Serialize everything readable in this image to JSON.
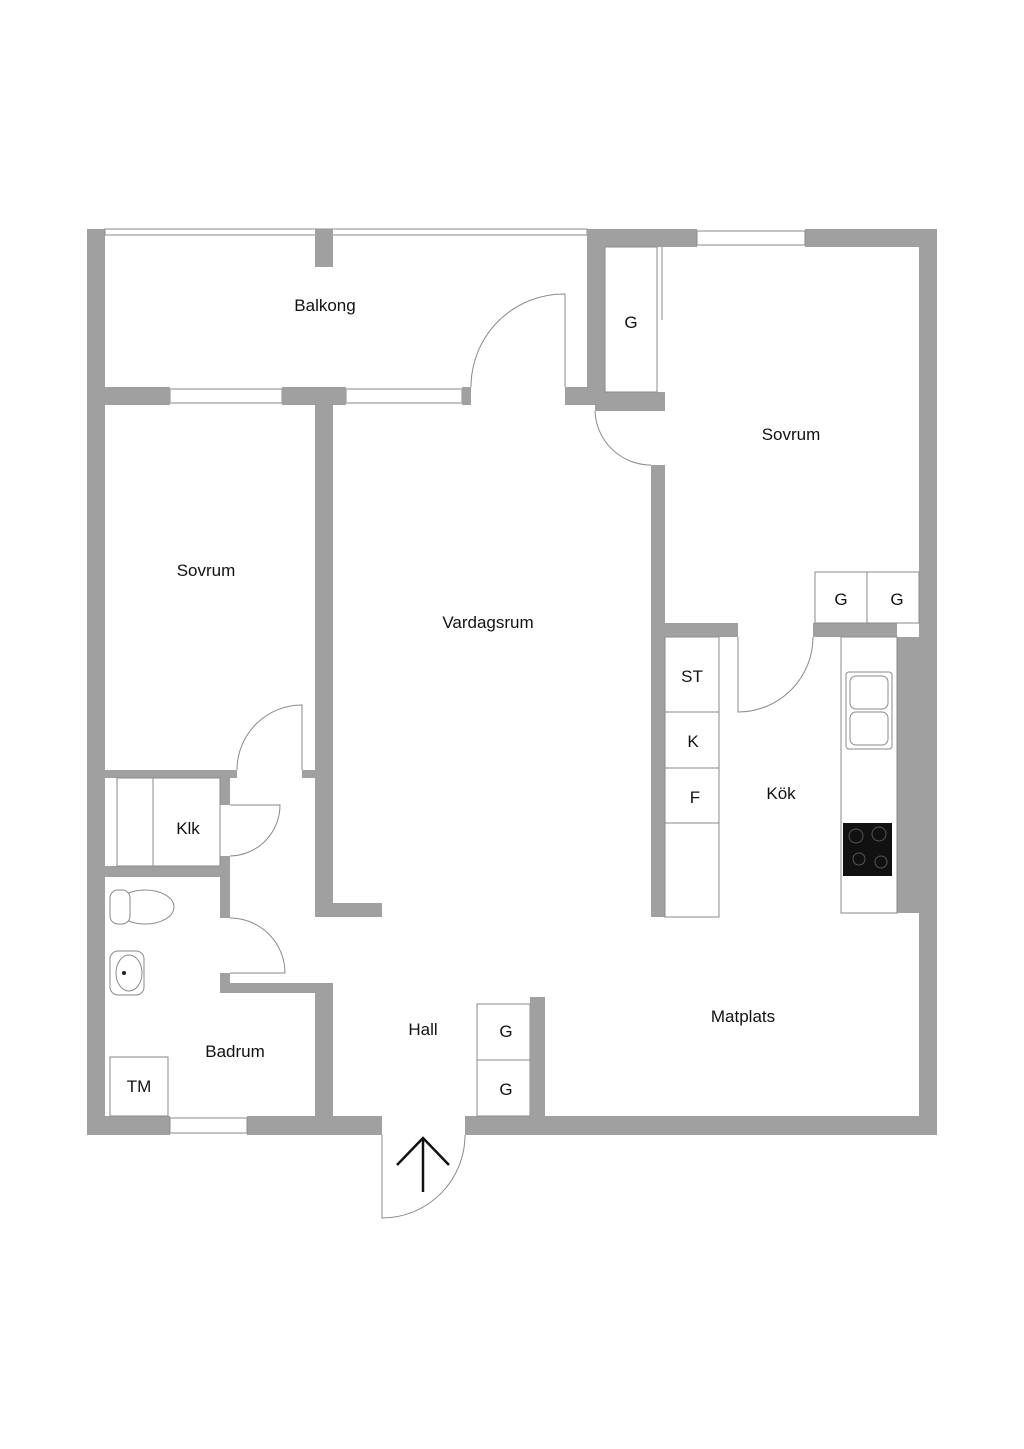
{
  "plan": {
    "rooms": {
      "balcony": "Balkong",
      "bedroom_left": "Sovrum",
      "bedroom_right": "Sovrum",
      "living_room": "Vardagsrum",
      "kitchen": "Kök",
      "dining": "Matplats",
      "hall": "Hall",
      "bathroom": "Badrum",
      "closet_klk": "Klk"
    },
    "fixtures": {
      "wardrobe_label": "G",
      "kitchen_st": "ST",
      "kitchen_k": "K",
      "kitchen_f": "F",
      "washer": "TM"
    },
    "colors": {
      "wall": "#a0a0a0",
      "line": "#8a8a8a"
    }
  }
}
